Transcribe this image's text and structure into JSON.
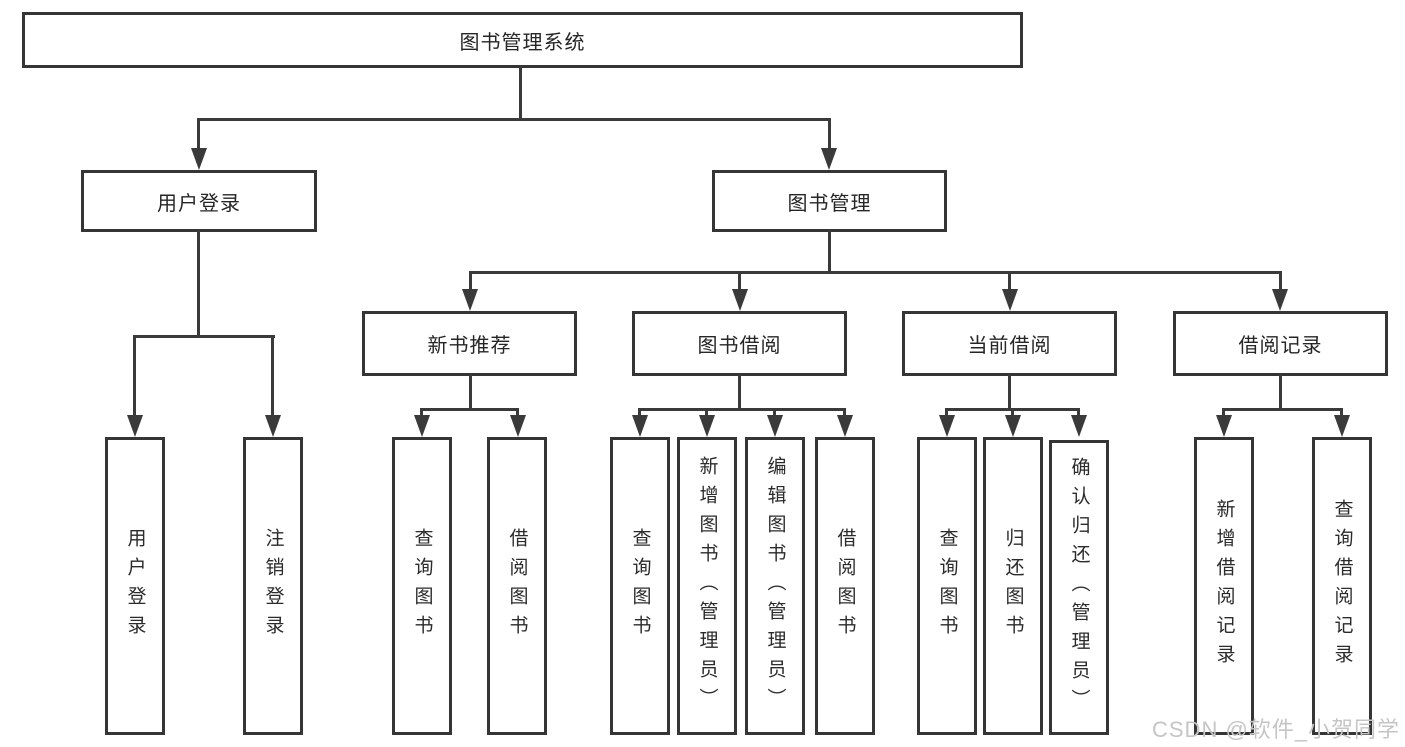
{
  "root": {
    "label": "图书管理系统"
  },
  "branches": {
    "user_login": {
      "label": "用户登录",
      "children": [
        {
          "label": "用户登录"
        },
        {
          "label": "注销登录"
        }
      ]
    },
    "book_mgmt": {
      "label": "图书管理",
      "sections": [
        {
          "label": "新书推荐",
          "children": [
            {
              "label": "查询图书"
            },
            {
              "label": "借阅图书"
            }
          ]
        },
        {
          "label": "图书借阅",
          "children": [
            {
              "label": "查询图书"
            },
            {
              "label": "新增图书（管理员）"
            },
            {
              "label": "编辑图书（管理员）"
            },
            {
              "label": "借阅图书"
            }
          ]
        },
        {
          "label": "当前借阅",
          "children": [
            {
              "label": "查询图书"
            },
            {
              "label": "归还图书"
            },
            {
              "label": "确认归还（管理员）"
            }
          ]
        },
        {
          "label": "借阅记录",
          "children": [
            {
              "label": "新增借阅记录"
            },
            {
              "label": "查询借阅记录"
            }
          ]
        }
      ]
    }
  },
  "watermark": {
    "text": "CSDN @软件_小贺同学"
  },
  "colors": {
    "line": "#3a3a3a",
    "border": "#353535",
    "text": "#262626",
    "watermark": "#c5c5c5",
    "background": "#ffffff"
  }
}
